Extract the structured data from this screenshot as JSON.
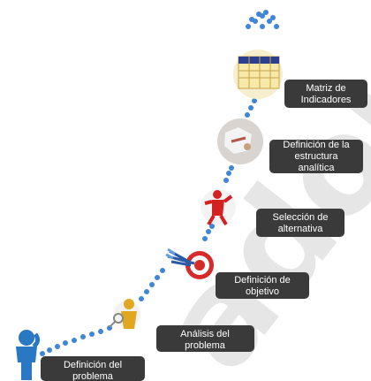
{
  "steps": [
    {
      "label_lines": [
        "Definición del",
        "problema"
      ],
      "icon": "person-thinking-icon"
    },
    {
      "label_lines": [
        "Análisis del",
        "problema"
      ],
      "icon": "person-magnifier-icon"
    },
    {
      "label_lines": [
        "Definición de",
        "objetivo"
      ],
      "icon": "target-arrows-icon"
    },
    {
      "label_lines": [
        "Selección de",
        "alternativa"
      ],
      "icon": "red-figure-choice-icon"
    },
    {
      "label_lines": [
        "Definición de la",
        "estructura",
        "analítica"
      ],
      "icon": "puzzle-hand-icon"
    },
    {
      "label_lines": [
        "Matriz de",
        "Indicadores"
      ],
      "icon": "matrix-table-icon"
    }
  ],
  "watermark_text": "ador",
  "colors": {
    "dots": "#3f86d8",
    "label_bg": "#3a3a3a",
    "label_text": "#ffffff"
  }
}
